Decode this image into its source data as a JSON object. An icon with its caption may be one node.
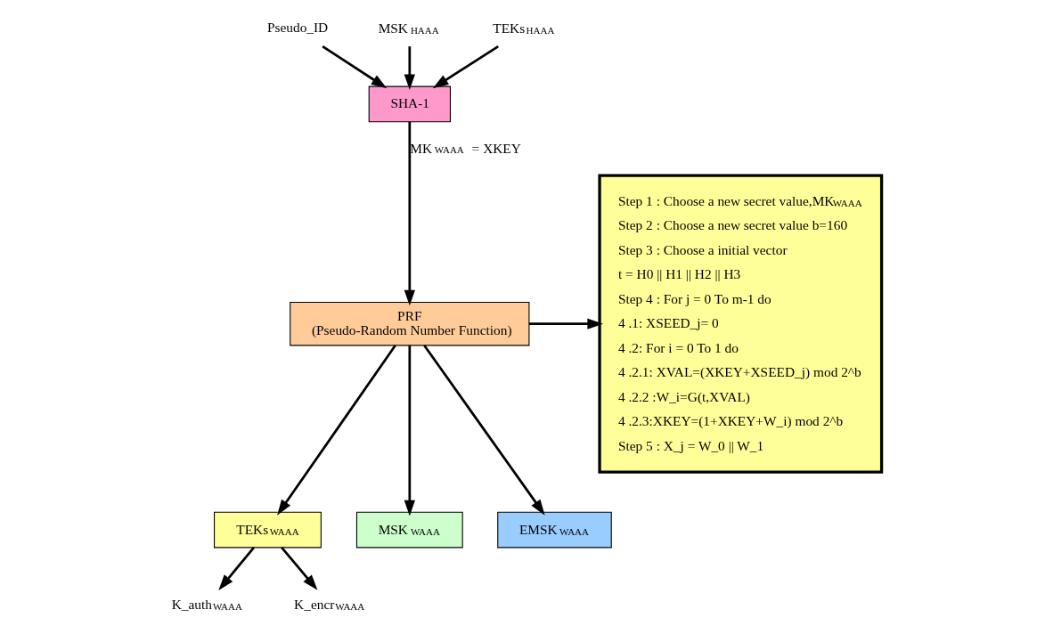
{
  "diagram": {
    "nodes": [
      {
        "text": [
          "Pseudo_ID"
        ]
      },
      {
        "text": [
          "MSK$_{HAAA}$"
        ]
      },
      {
        "text": [
          "TEKs$_{HAAA}$"
        ]
      },
      {
        "text": [
          "SHA-1"
        ]
      },
      {
        "text": [
          "PRF",
          "(Pseudo-Random Number Function)"
        ]
      },
      {
        "text": [
          "TEKs$_{WAAA}$"
        ]
      },
      {
        "text": [
          "MSK$_{WAAA}$"
        ]
      },
      {
        "text": [
          "EMSK$_{WAAA}$"
        ]
      },
      {
        "text": [
          "K_auth$_{WAAA}$"
        ]
      },
      {
        "text": [
          "K_encr$_{WAAA}$"
        ]
      },
      {
        "text": [
          "Step 1 : Choose a new secret value,MK$_{WAAA}$",
          "Step 2 : Choose a new secret value b=160",
          "Step 3 : Choose a initial vector",
          "t = H0 || H1 || H2 || H3",
          "Step 4 : For j = 0 To m-1 do",
          "4 .1: XSEED_j= 0",
          "4 .2: For i = 0 To 1 do",
          "4 .2.1: XVAL=(XKEY+XSEED_j) mod 2^b",
          "4 .2.2 :W_i=G(t,XVAL)",
          "4 .2.3:XKEY=(1+XKEY+W_i) mod 2^b",
          "Step 5 : X_j = W_0 || W_1"
        ]
      }
    ],
    "edges": [
      {
        "from": 0,
        "to": 3,
        "arrow": "to"
      },
      {
        "from": 1,
        "to": 3,
        "arrow": "to"
      },
      {
        "from": 2,
        "to": 3,
        "arrow": "to"
      },
      {
        "from": 3,
        "to": 4,
        "arrow": "to",
        "label": "MK$_{WAAA}$ = XKEY"
      },
      {
        "from": 4,
        "to": 10,
        "arrow": "to"
      },
      {
        "from": 4,
        "to": 5,
        "arrow": "to"
      },
      {
        "from": 4,
        "to": 6,
        "arrow": "to"
      },
      {
        "from": 4,
        "to": 7,
        "arrow": "to"
      },
      {
        "from": 5,
        "to": 8,
        "arrow": "to"
      },
      {
        "from": 5,
        "to": 9,
        "arrow": "to"
      }
    ]
  }
}
